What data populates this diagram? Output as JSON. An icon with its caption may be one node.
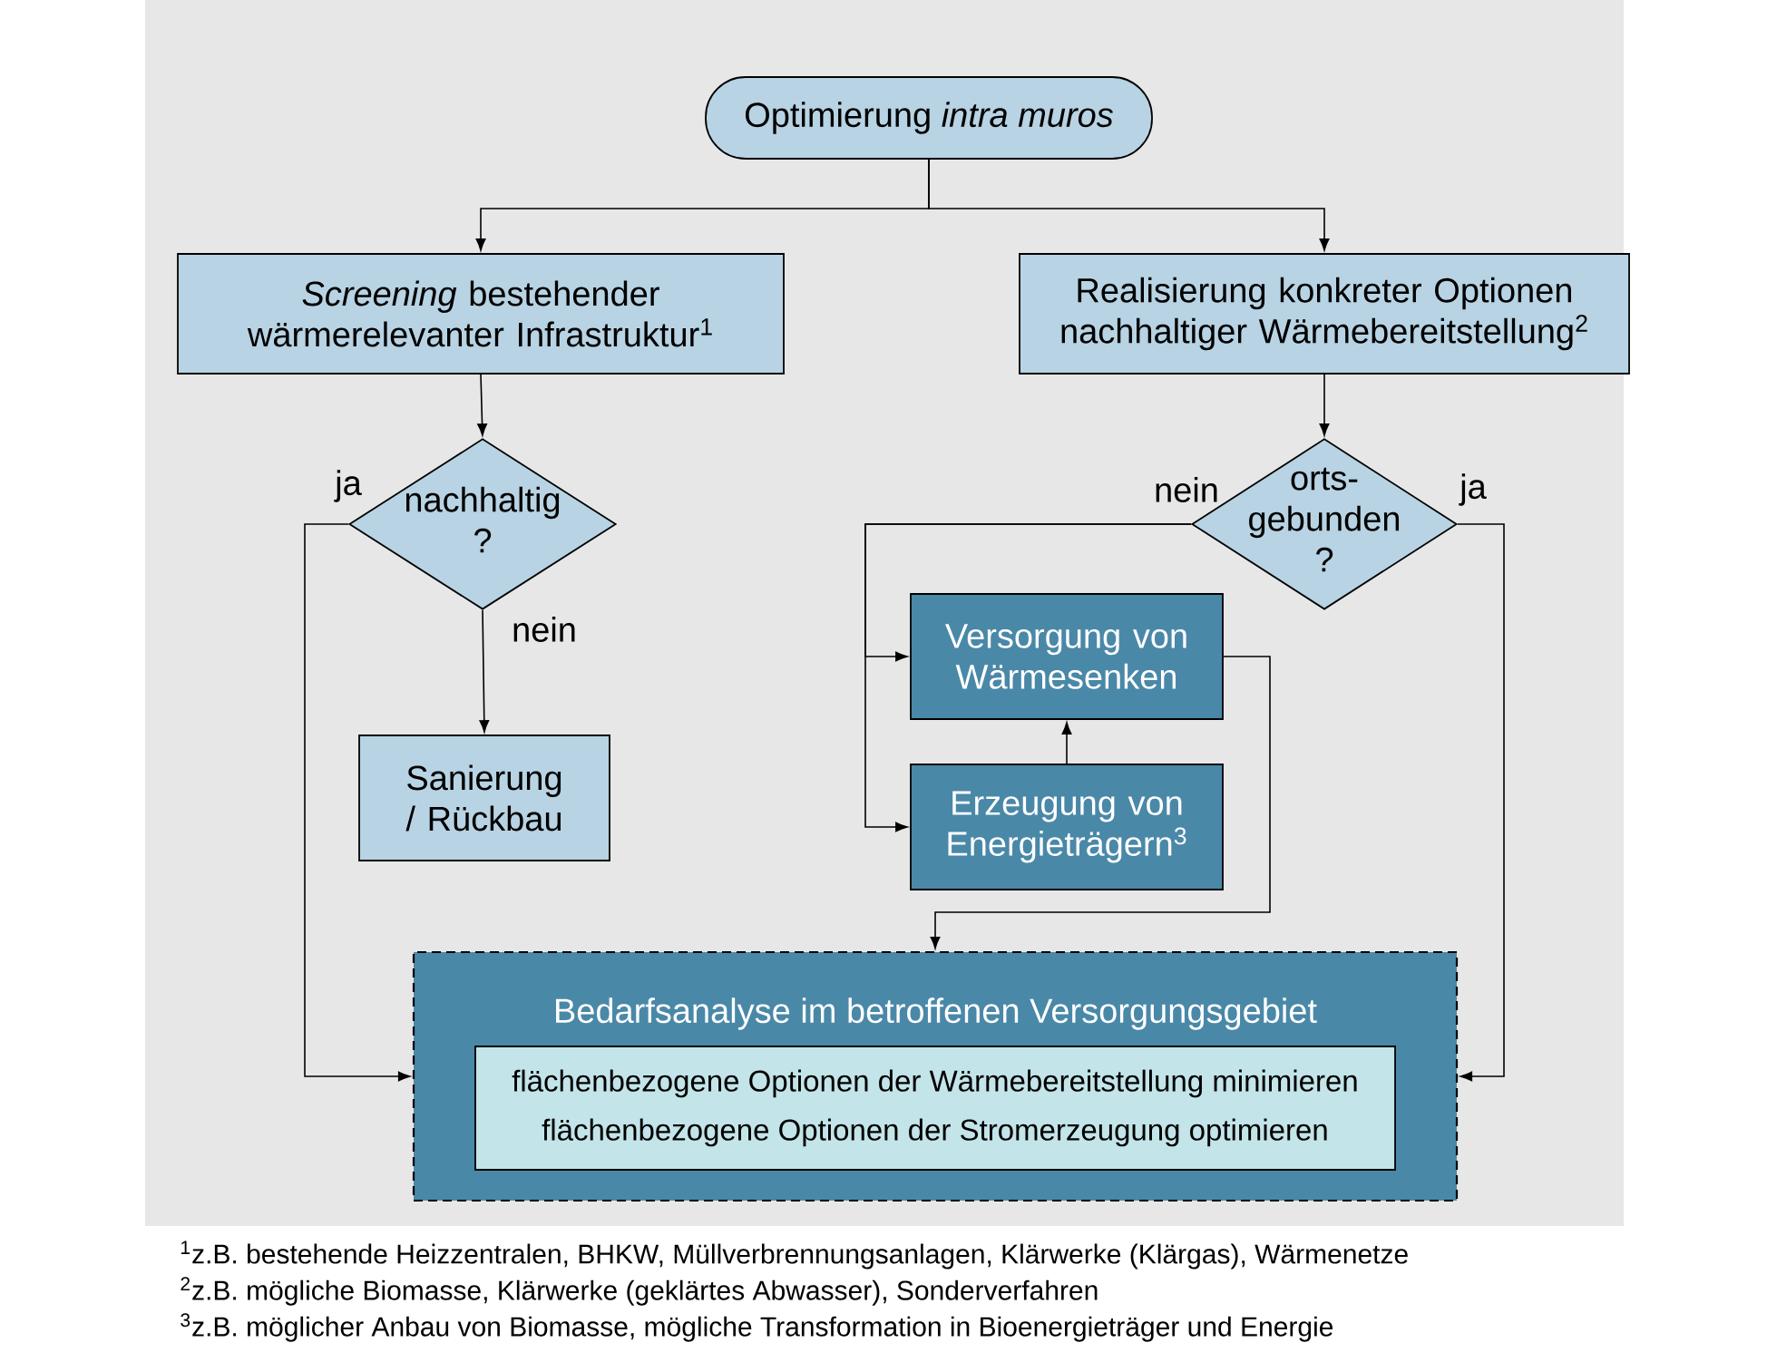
{
  "diagram": {
    "nodes": [
      {
        "text": [
          "Optimierung *intra muros*"
        ]
      },
      {
        "text": [
          "*Screening* bestehender wärmerelevanter Infrastruktur$^{1}$"
        ]
      },
      {
        "text": [
          "Realisierung konkreter Optionen nachhaltiger Wärmebereitstellung$^{2}$"
        ]
      },
      {
        "text": [
          "nachhaltig ?"
        ]
      },
      {
        "text": [
          "Sanierung / Rückbau"
        ]
      },
      {
        "text": [
          "orts- gebunden ?"
        ]
      },
      {
        "text": [
          "Versorgung von Wärmesenken"
        ]
      },
      {
        "text": [
          "Erzeugung von Energieträgern$^{3}$"
        ]
      },
      {
        "text": [
          "Bedarfsanalyse im betroffenen Versorgungsgebiet"
        ]
      },
      {
        "text": [
          "flächenbezogene Optionen der Wärmebereitstellung minimieren",
          "flächenbezogene Optionen der Stromerzeugung optimieren"
        ],
        "in": 8
      }
    ],
    "edges": [
      {
        "from": 0,
        "to": 1,
        "arrow": "to"
      },
      {
        "from": 0,
        "to": 2,
        "arrow": "to"
      },
      {
        "from": 1,
        "to": 3,
        "arrow": "to"
      },
      {
        "from": 3,
        "to": 4,
        "arrow": "to",
        "label": "nein"
      },
      {
        "from": 3,
        "to": 8,
        "arrow": "to",
        "label": "ja"
      },
      {
        "from": 2,
        "to": 5,
        "arrow": "to"
      },
      {
        "from": 5,
        "to": 6,
        "arrow": "to",
        "label": "nein"
      },
      {
        "from": 5,
        "to": 7,
        "arrow": "to"
      },
      {
        "from": 7,
        "to": 6,
        "arrow": "to"
      },
      {
        "from": 6,
        "to": 8,
        "arrow": "to"
      },
      {
        "from": 5,
        "to": 8,
        "arrow": "to",
        "label": "ja"
      }
    ],
    "labels": [
      "$^{1}$z.B. bestehende Heizzentralen, BHKW, Müllverbrennungsanlagen, Klärwerke (Klärgas), Wärmenetze",
      "$^{2}$z.B. mögliche Biomasse, Klärwerke (geklärtes Abwasser), Sonderverfahren",
      "$^{3}$z.B. möglicher Anbau von Biomasse, mögliche Transformation in Bioenergieträger und Energie"
    ]
  }
}
